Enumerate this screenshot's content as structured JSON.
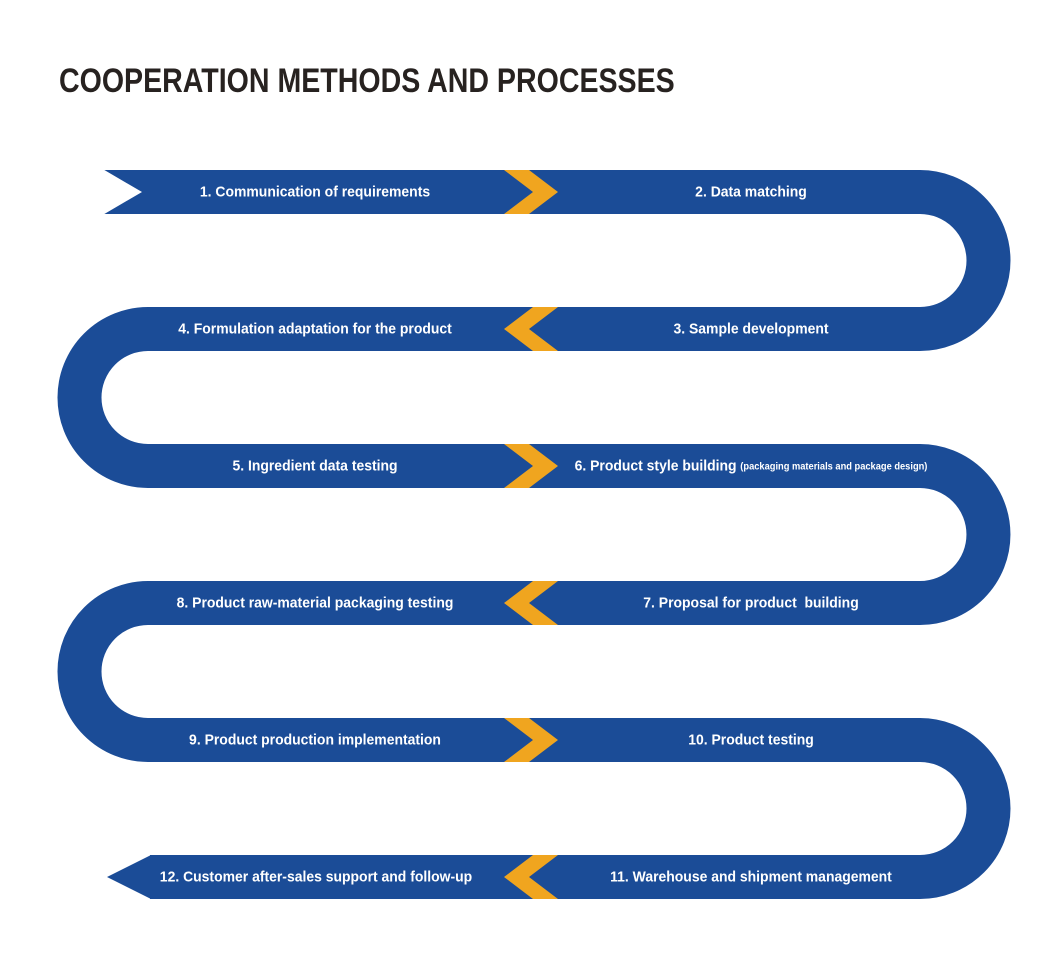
{
  "title": "COOPERATION METHODS AND PROCESSES",
  "colors": {
    "ribbon": "#1B4C97",
    "chevron": "#F0A51F",
    "title": "#272220",
    "background": "#FFFFFF",
    "label": "#FFFFFF"
  },
  "flow": {
    "type": "serpentine-ribbon",
    "rows": 6,
    "start": "top-left notched tail",
    "end": "bottom-left arrow point",
    "connectors": [
      {
        "row": 1,
        "direction": "right"
      },
      {
        "row": 2,
        "direction": "left"
      },
      {
        "row": 3,
        "direction": "right"
      },
      {
        "row": 4,
        "direction": "left"
      },
      {
        "row": 5,
        "direction": "right"
      },
      {
        "row": 6,
        "direction": "left"
      }
    ]
  },
  "steps": [
    {
      "id": 1,
      "label": "1. Communication of requirements",
      "side": "left",
      "row": 1
    },
    {
      "id": 2,
      "label": "2. Data matching",
      "side": "right",
      "row": 1
    },
    {
      "id": 3,
      "label": "3. Sample development",
      "side": "right",
      "row": 2
    },
    {
      "id": 4,
      "label": "4. Formulation adaptation for the product",
      "side": "left",
      "row": 2
    },
    {
      "id": 5,
      "label": "5. Ingredient data testing",
      "side": "left",
      "row": 3
    },
    {
      "id": 6,
      "label": "6. Product style building",
      "sublabel": "(packaging materials and package design)",
      "side": "right",
      "row": 3
    },
    {
      "id": 7,
      "label": "7. Proposal for product  building",
      "side": "right",
      "row": 4
    },
    {
      "id": 8,
      "label": "8. Product raw-material packaging testing",
      "side": "left",
      "row": 4
    },
    {
      "id": 9,
      "label": "9. Product production implementation",
      "side": "left",
      "row": 5
    },
    {
      "id": 10,
      "label": "10. Product testing",
      "side": "right",
      "row": 5
    },
    {
      "id": 11,
      "label": "11. Warehouse and shipment management",
      "side": "right",
      "row": 6
    },
    {
      "id": 12,
      "label": "12. Customer after-sales support and follow-up",
      "side": "left",
      "row": 6
    }
  ]
}
